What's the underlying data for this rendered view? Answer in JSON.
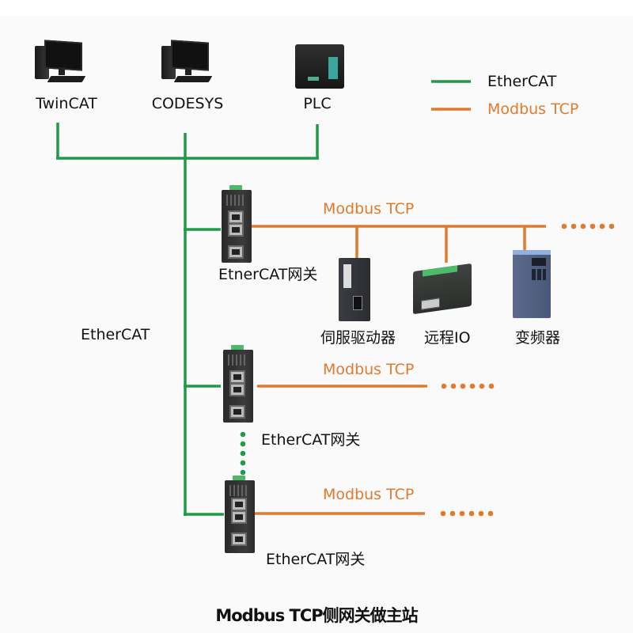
{
  "diagram": {
    "title": "EtherCAT to Modbus TCP gateway topology",
    "legend": [
      {
        "label": "EtherCAT",
        "color": "#1f9a4a",
        "text_color": "#111111"
      },
      {
        "label": "Modbus TCP",
        "color": "#e07a2e",
        "text_color": "#e07a2e"
      }
    ],
    "masters": [
      {
        "label": "TwinCAT",
        "icon": "pc-icon"
      },
      {
        "label": "CODESYS",
        "icon": "pc-icon"
      },
      {
        "label": "PLC",
        "icon": "plc-icon"
      }
    ],
    "bus_label": "EtherCAT",
    "gateways": [
      {
        "label": "EtnerCAT网关",
        "link_label": "Modbus TCP",
        "continuation": "......"
      },
      {
        "label": "EtherCAT网关",
        "link_label": "Modbus TCP",
        "continuation": "......"
      },
      {
        "label": "EtherCAT网关",
        "link_label": "Modbus TCP",
        "continuation": "......"
      }
    ],
    "field_devices": [
      {
        "label": "伺服驱动器",
        "icon": "servo-drive-icon"
      },
      {
        "label": "远程IO",
        "icon": "remote-io-icon"
      },
      {
        "label": "变频器",
        "icon": "inverter-icon"
      }
    ],
    "gateway_chain_indicator": "......",
    "caption": "Modbus TCP侧网关做主站",
    "colors": {
      "ethercat": "#1f9a4a",
      "modbus": "#e07a2e",
      "background": "#fafafa"
    }
  }
}
